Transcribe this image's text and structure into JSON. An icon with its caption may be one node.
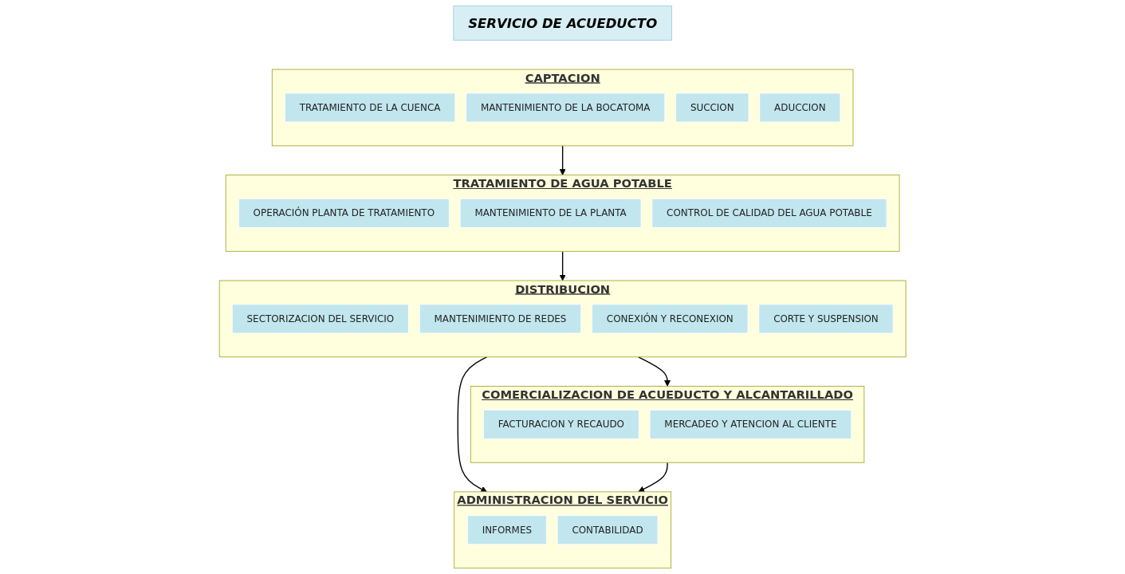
{
  "diagram": {
    "nodes": [
      {
        "text": [
          "SERVICIO DE ACUEDUCTO"
        ]
      },
      {
        "text": [
          "CAPTACION"
        ]
      },
      {
        "text": [
          "TRATAMIENTO DE LA CUENCA"
        ],
        "in": 1
      },
      {
        "text": [
          "MANTENIMIENTO DE LA BOCATOMA"
        ],
        "in": 1
      },
      {
        "text": [
          "SUCCION"
        ],
        "in": 1
      },
      {
        "text": [
          "ADUCCION"
        ],
        "in": 1
      },
      {
        "text": [
          "TRATAMIENTO DE AGUA POTABLE"
        ]
      },
      {
        "text": [
          "OPERACIÓN PLANTA DE TRATAMIENTO"
        ],
        "in": 6
      },
      {
        "text": [
          "MANTENIMIENTO DE LA PLANTA"
        ],
        "in": 6
      },
      {
        "text": [
          "CONTROL DE CALIDAD DEL AGUA POTABLE"
        ],
        "in": 6
      },
      {
        "text": [
          "DISTRIBUCION"
        ]
      },
      {
        "text": [
          "SECTORIZACION DEL SERVICIO"
        ],
        "in": 10
      },
      {
        "text": [
          "MANTENIMIENTO DE REDES"
        ],
        "in": 10
      },
      {
        "text": [
          "CONEXIÓN Y RECONEXION"
        ],
        "in": 10
      },
      {
        "text": [
          "CORTE Y SUSPENSION"
        ],
        "in": 10
      },
      {
        "text": [
          "ADMINISTRACION DEL SERVICIO"
        ]
      },
      {
        "text": [
          "INFORMES"
        ],
        "in": 15
      },
      {
        "text": [
          "CONTABILIDAD"
        ],
        "in": 15
      },
      {
        "text": [
          "COMERCIALIZACION DE ACUEDUCTO Y ALCANTARILLADO"
        ]
      },
      {
        "text": [
          "FACTURACION Y RECAUDO"
        ],
        "in": 18
      },
      {
        "text": [
          "MERCADEO Y ATENCION AL CLIENTE"
        ],
        "in": 18
      }
    ],
    "edges": [
      {
        "from": 1,
        "to": 6,
        "arrow": "to"
      },
      {
        "from": 6,
        "to": 10,
        "arrow": "to"
      },
      {
        "from": 10,
        "to": 15,
        "arrow": "to"
      },
      {
        "from": 10,
        "to": 18,
        "arrow": "to"
      },
      {
        "from": 18,
        "to": 15,
        "arrow": "to"
      }
    ]
  }
}
